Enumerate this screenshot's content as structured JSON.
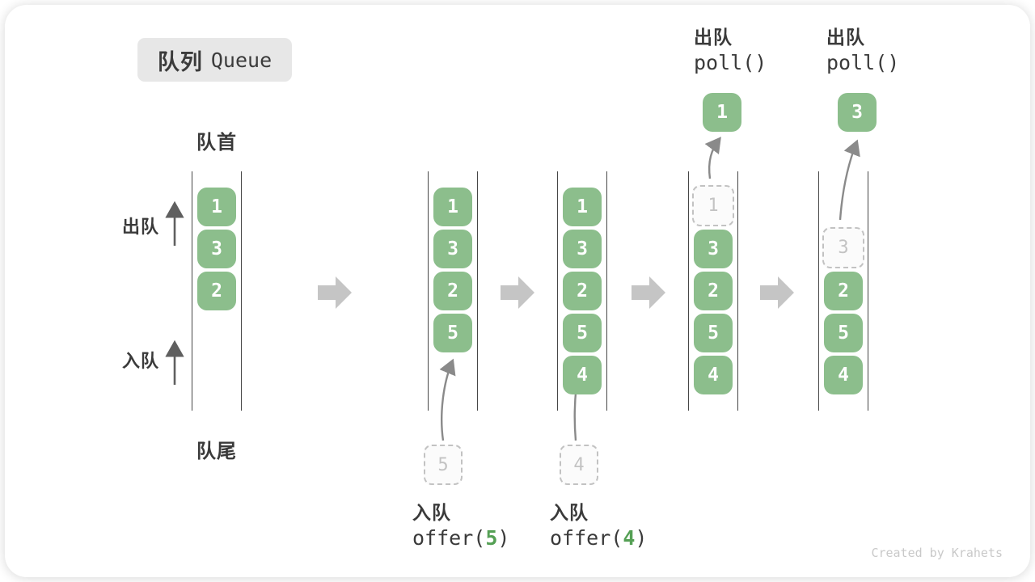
{
  "title": {
    "zh": "队列",
    "en": "Queue"
  },
  "labels": {
    "front": "队首",
    "rear": "队尾",
    "dequeue": "出队",
    "enqueue": "入队"
  },
  "queues": {
    "q1": {
      "items": [
        "1",
        "3",
        "2"
      ]
    },
    "q2": {
      "items": [
        "1",
        "3",
        "2",
        "5"
      ]
    },
    "q3": {
      "items": [
        "1",
        "3",
        "2",
        "5",
        "4"
      ]
    },
    "q4": {
      "ghost": "1",
      "items": [
        "3",
        "2",
        "5",
        "4"
      ],
      "popped": "1"
    },
    "q5": {
      "ghost": "3",
      "items": [
        "2",
        "5",
        "4"
      ],
      "popped": "3"
    }
  },
  "ops": {
    "enqueue5": {
      "label_zh": "入队",
      "code_pre": "offer(",
      "arg": "5",
      "code_post": ")",
      "pending": "5"
    },
    "enqueue4": {
      "label_zh": "入队",
      "code_pre": "offer(",
      "arg": "4",
      "code_post": ")",
      "pending": "4"
    },
    "poll1": {
      "label_zh": "出队",
      "code": "poll()"
    },
    "poll2": {
      "label_zh": "出队",
      "code": "poll()"
    }
  },
  "watermark": "Created by Krahets",
  "colors": {
    "box_green": "#8CBE8C",
    "arg_green": "#55A055",
    "ghost_gray": "#C3C3C3",
    "curve_arrow_gray": "#8A8A8A",
    "block_arrow_gray": "#C5C5C5",
    "side_arrow_gray": "#5F5F5F",
    "rail_dark": "#474747",
    "title_bg": "#E7E7E7",
    "watermark_gray": "#C9C9C9",
    "text_dark": "#3A3A3A"
  }
}
